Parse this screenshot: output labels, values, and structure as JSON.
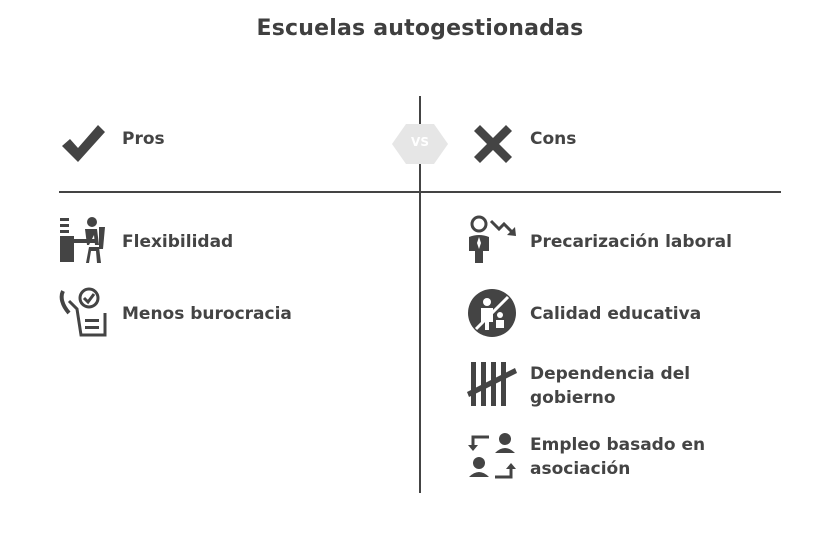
{
  "title": "Escuelas autogestionadas",
  "vs_label": "VS",
  "pros": {
    "heading": "Pros",
    "items": [
      {
        "label": "Flexibilidad",
        "icon": "person-at-desk-icon"
      },
      {
        "label": "Menos burocracia",
        "icon": "checklist-hand-icon"
      }
    ]
  },
  "cons": {
    "heading": "Cons",
    "items": [
      {
        "label": "Precarización laboral",
        "icon": "worker-decline-icon"
      },
      {
        "label": "Calidad educativa",
        "icon": "no-teaching-icon"
      },
      {
        "label": "Dependencia del gobierno",
        "line1": "Dependencia del",
        "line2": "gobierno",
        "icon": "tally-marks-icon"
      },
      {
        "label": "Empleo basado en asociación",
        "line1": "Empleo basado en",
        "line2": "asociación",
        "icon": "exchange-people-icon"
      }
    ]
  },
  "colors": {
    "icon": "#444444",
    "vs_badge": "#e6e6e6",
    "line": "#444444"
  }
}
